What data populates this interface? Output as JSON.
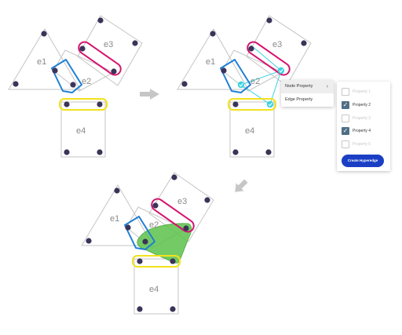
{
  "colors": {
    "edge": "#c4c4c4",
    "node": "#3b3358",
    "hyperedge_blue": "#1f7fd6",
    "hyperedge_magenta": "#d4156f",
    "hyperedge_yellow": "#f2e21c",
    "selection_cyan": "#3fd2e0",
    "new_hyperedge_green": "#5cc24a",
    "arrow": "#c6c6c6",
    "button": "#1b3fc4"
  },
  "panels": [
    {
      "labels": {
        "e1": "e1",
        "e2": "e2",
        "e3": "e3",
        "e4": "e4"
      }
    },
    {
      "labels": {
        "e1": "e1",
        "e2": "e2",
        "e3": "e3",
        "e4": "e4"
      }
    },
    {
      "labels": {
        "e1": "e1",
        "e2": "e2",
        "e3": "e3",
        "e4": "e4"
      }
    }
  ],
  "context_menu": {
    "items": [
      {
        "label": "Node Property",
        "has_submenu": true
      },
      {
        "label": "Edge Property",
        "has_submenu": false
      }
    ]
  },
  "property_panel": {
    "properties": [
      {
        "label": "Property 1",
        "checked": false
      },
      {
        "label": "Property 2",
        "checked": true
      },
      {
        "label": "Property 3",
        "checked": false
      },
      {
        "label": "Property 4",
        "checked": true
      },
      {
        "label": "Property 5",
        "checked": false
      }
    ],
    "button_label": "Create Hyperedge"
  }
}
